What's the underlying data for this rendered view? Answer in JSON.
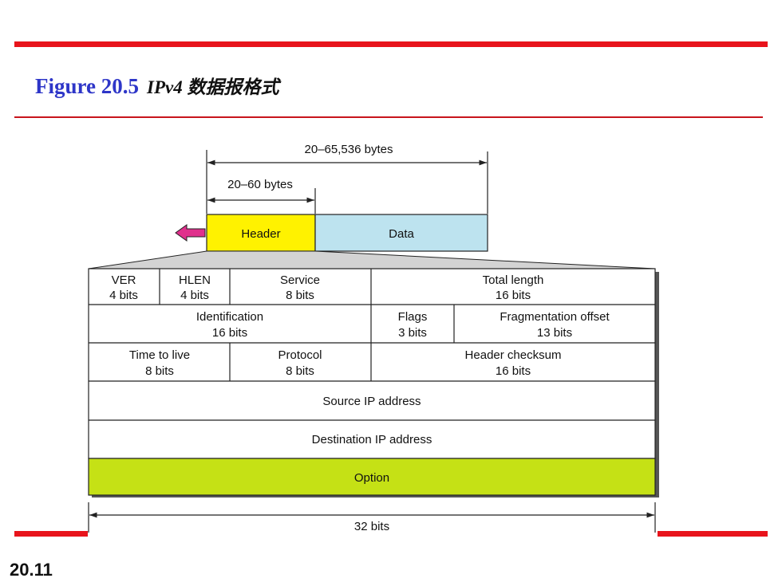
{
  "title": "Figure 20.5",
  "subtitle": "IPv4 数据报格式",
  "page_number": "20.11",
  "colors": {
    "accent_red": "#e8141c",
    "title_blue": "#2e36c8",
    "header_yellow": "#fff200",
    "data_blue": "#bde3ef",
    "option_green": "#c5e115",
    "arrow_pink": "#e0308c"
  },
  "dimensions": {
    "total_label": "20–65,536 bytes",
    "header_label": "20–60 bytes",
    "width_label": "32 bits"
  },
  "packet": {
    "header": "Header",
    "data": "Data"
  },
  "rows": [
    [
      {
        "name": "VER",
        "size": "4 bits"
      },
      {
        "name": "HLEN",
        "size": "4 bits"
      },
      {
        "name": "Service",
        "size": "8 bits"
      },
      {
        "name": "Total length",
        "size": "16 bits"
      }
    ],
    [
      {
        "name": "Identification",
        "size": "16 bits"
      },
      {
        "name": "Flags",
        "size": "3 bits"
      },
      {
        "name": "Fragmentation offset",
        "size": "13 bits"
      }
    ],
    [
      {
        "name": "Time to live",
        "size": "8 bits"
      },
      {
        "name": "Protocol",
        "size": "8 bits"
      },
      {
        "name": "Header checksum",
        "size": "16 bits"
      }
    ]
  ],
  "full_rows": [
    {
      "name": "Source IP address"
    },
    {
      "name": "Destination IP address"
    },
    {
      "name": "Option"
    }
  ]
}
